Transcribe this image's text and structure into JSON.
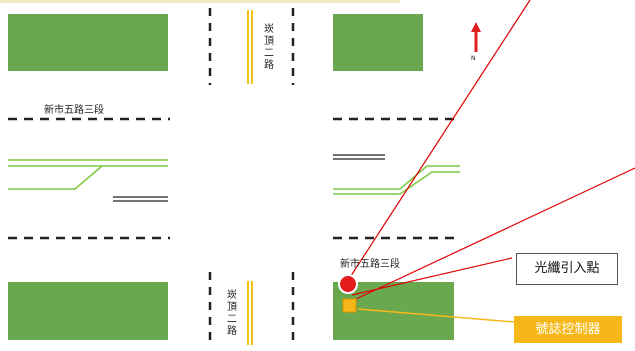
{
  "roads": {
    "ew_top_left": "新市五路三段",
    "ew_right": "新市五路三段",
    "ns_top": "崁頂二路",
    "ns_bottom": "崁頂二路"
  },
  "compass": {
    "north_label": "N"
  },
  "callouts": {
    "fiber_entry": "光纖引入點",
    "signal_controller": "號誌控制器"
  },
  "colors": {
    "block_green": "#6aa84f",
    "lane_green": "#7ac943",
    "callout_line_red": "#e00000",
    "marker_red": "#e41b1b",
    "controller_yellow": "#f5b818",
    "center_line_yellow": "#f0c419",
    "north_arrow": "#e02020"
  }
}
